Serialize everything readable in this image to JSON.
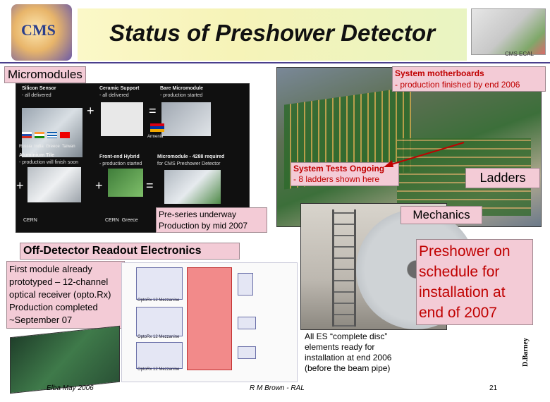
{
  "slide": {
    "title": "Status of Preshower Detector",
    "logo_text": "CMS",
    "corner_label": "CMS ECAL"
  },
  "micromodules": {
    "heading": "Micromodules",
    "panel": {
      "silicon_title": "Silicon Sensor",
      "silicon_sub": "- all delivered",
      "ceramic_title": "Ceramic Support",
      "ceramic_sub": "- all delivered",
      "bare_title": "Bare Micromodule",
      "bare_sub": "- production started",
      "countries": "Russia  India  Greece  Taiwan",
      "armenia": "Armenia",
      "alu_title": "Aluminium Tile",
      "alu_sub": "- production will finish soon",
      "hybrid_title": "Front-end Hybrid",
      "hybrid_sub": "- production started",
      "micro_title": "Micromodule - 4288 required",
      "micro_sub": "for CMS Preshower Detector",
      "cern1": "CERN",
      "cern2": "CERN  Greece"
    },
    "note_line1": "Pre-series underway",
    "note_line2": "Production by mid 2007"
  },
  "motherboards": {
    "title": "System motherboards",
    "subtitle": "- production finished by end 2006"
  },
  "system_tests": {
    "title": "System Tests Ongoing",
    "subtitle": "- 8 ladders shown here"
  },
  "ladders": {
    "label": "Ladders"
  },
  "mechanics": {
    "label": "Mechanics",
    "caption_lines": [
      "All ES “complete disc”",
      "elements ready for",
      "installation at end 2006",
      "(before the beam pipe)"
    ]
  },
  "readout": {
    "heading": "Off-Detector Readout Electronics",
    "info_lines": [
      "First module already",
      "prototyped – 12-channel",
      "optical receiver (opto.Rx)",
      "Production completed",
      "~September 07"
    ],
    "diagram_labels": {
      "opto_mezz_1": "OptoRx 12 Mezzanine",
      "opto_mezz_2": "OptoRx 12 Mezzanine",
      "opto_mezz_3": "OptoRx 12 Mezzanine"
    }
  },
  "schedule": {
    "lines": [
      "Preshower on",
      "schedule for",
      "installation at",
      "end of 2007"
    ]
  },
  "footer": {
    "left": "Elba May 2006",
    "center": "R M Brown - RAL",
    "page": "21",
    "author": "D.Barney"
  },
  "colors": {
    "note_fill": "#f3cbd6",
    "accent_red": "#c00000",
    "title_rule": "#4a3f8c",
    "title_bg": "#f6f3b8"
  }
}
